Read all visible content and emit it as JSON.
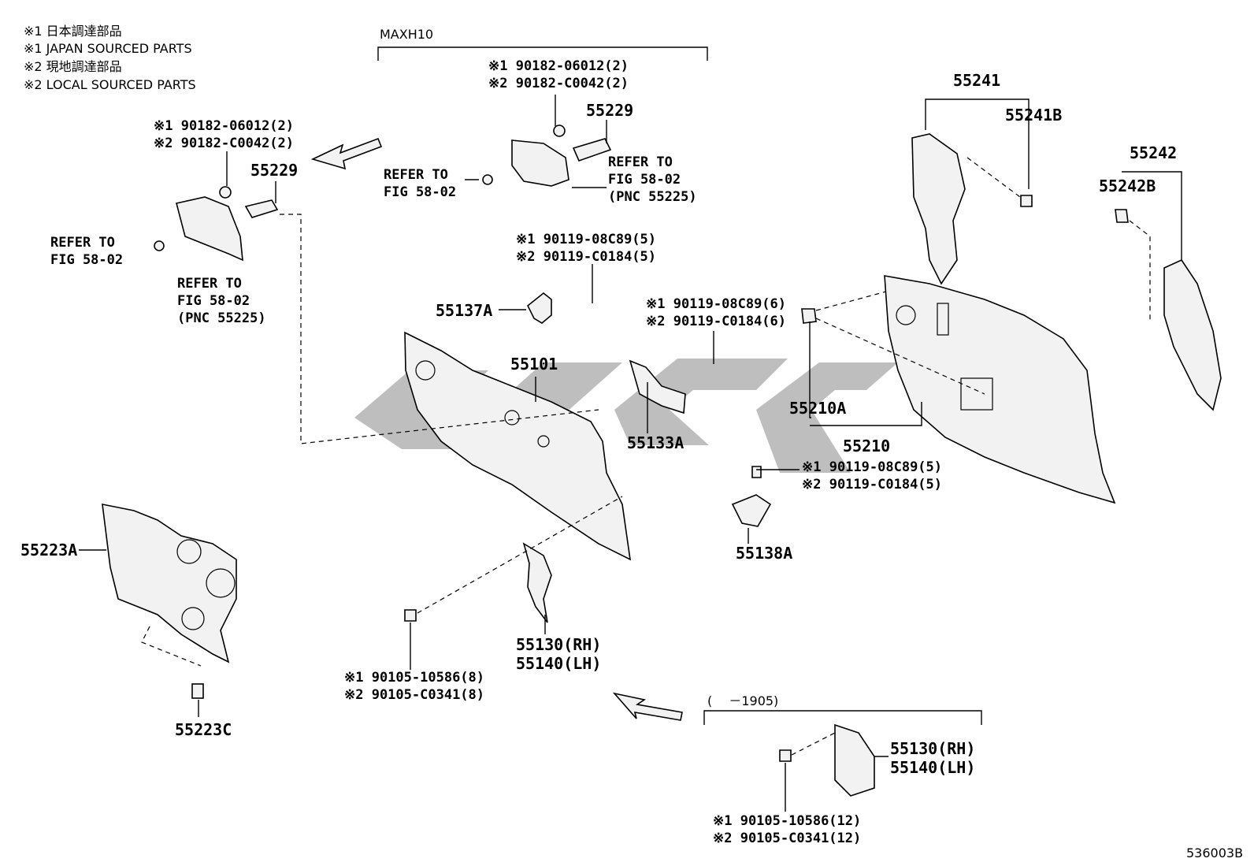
{
  "notes": [
    "※1 日本調達部品",
    "※1 JAPAN SOURCED PARTS",
    "※2 現地調達部品",
    "※2 LOCAL SOURCED PARTS"
  ],
  "group_maxh10": "MAXH10",
  "group_1905": "(　 －1905)",
  "labels": {
    "l55241": "55241",
    "l55241b": "55241B",
    "l55242": "55242",
    "l55242b": "55242B",
    "l55229a": "55229",
    "l55229b": "55229",
    "l55101": "55101",
    "l55137a": "55137A",
    "l55133a": "55133A",
    "l55210a": "55210A",
    "l55210": "55210",
    "l55138a": "55138A",
    "l55223a": "55223A",
    "l55223c": "55223C",
    "l55130rh_a": "55130(RH)",
    "l55140lh_a": "55140(LH)",
    "l55130rh_b": "55130(RH)",
    "l55140lh_b": "55140(LH)"
  },
  "bolts": {
    "b1a": "※1 90182-06012(2)",
    "b1b": "※2 90182-C0042(2)",
    "b2a": "※1 90182-06012(2)",
    "b2b": "※2 90182-C0042(2)",
    "b3a": "※1 90119-08C89(5)",
    "b3b": "※2 90119-C0184(5)",
    "b4a": "※1 90119-08C89(6)",
    "b4b": "※2 90119-C0184(6)",
    "b5a": "※1 90119-08C89(5)",
    "b5b": "※2 90119-C0184(5)",
    "b6a": "※1 90105-10586(8)",
    "b6b": "※2 90105-C0341(8)",
    "b7a": "※1 90105-10586(12)",
    "b7b": "※2 90105-C0341(12)"
  },
  "refers": {
    "r1a": "REFER TO",
    "r1b": "FIG 58-02",
    "r2a": "REFER TO",
    "r2b": "FIG 58-02",
    "r2c": "(PNC 55225)",
    "r3a": "REFER TO",
    "r3b": "FIG 58-02",
    "r4a": "REFER TO",
    "r4b": "FIG 58-02",
    "r4c": "(PNC 55225)"
  },
  "figure_code": "536003B"
}
